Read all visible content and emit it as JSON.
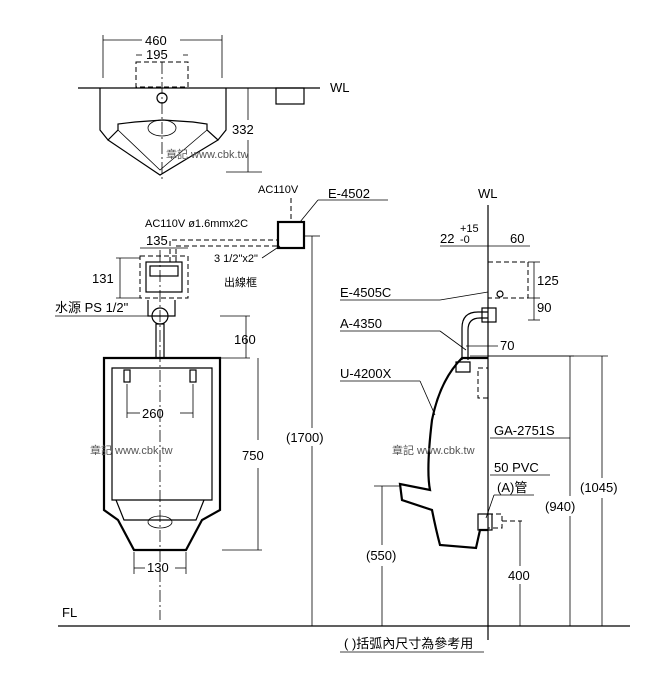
{
  "top_view": {
    "dim_width": "460",
    "dim_inner": "195",
    "dim_depth": "332",
    "wall_label": "WL",
    "watermark": "章記 www.cbk.tw"
  },
  "front_view": {
    "power_label": "AC110V",
    "sensor_model": "E-4502",
    "cable_label": "AC110V ø1.6mmx2C",
    "box_size": "3 1/2\"x2\"",
    "box_label": "出線框",
    "dim_135": "135",
    "dim_131": "131",
    "water_label": "水源 PS 1/2\"",
    "dim_160": "160",
    "dim_260": "260",
    "dim_750": "750",
    "dim_1700": "(1700)",
    "dim_130": "130",
    "watermark": "章記 www.cbk.tw"
  },
  "side_view": {
    "wall_label": "WL",
    "dim_22": "22",
    "dim_tol": "+15",
    "dim_tol2": "-0",
    "dim_60": "60",
    "dim_125": "125",
    "dim_90": "90",
    "dim_70": "70",
    "part_e4505c": "E-4505C",
    "part_a4350": "A-4350",
    "part_u4200x": "U-4200X",
    "part_ga2751s": "GA-2751S",
    "pvc_label": "50 PVC",
    "pipe_label": "(A)管",
    "dim_550": "(550)",
    "dim_940": "(940)",
    "dim_1045": "(1045)",
    "dim_400": "400",
    "watermark": "章記 www.cbk.tw"
  },
  "floor_label": "FL",
  "footnote": "( )括弧內尺寸為參考用"
}
